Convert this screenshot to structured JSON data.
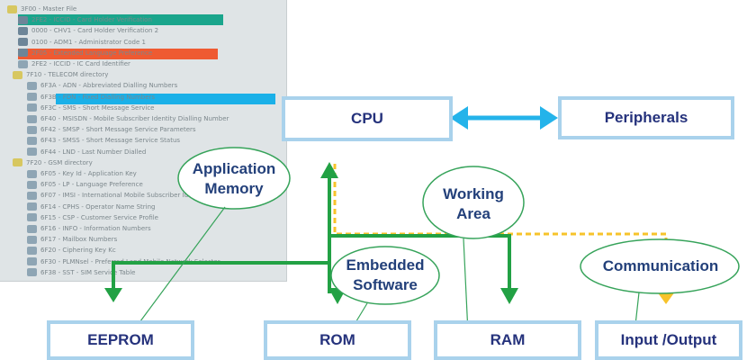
{
  "tree": {
    "rows": [
      {
        "text": "3F00 - Master File",
        "icon": "folder-icon",
        "indent": 8
      },
      {
        "text": "2FE2 - ICCID - Card Holder Verification",
        "icon": "card-icon",
        "indent": 20
      },
      {
        "text": "0000 - CHV1 - Card Holder Verification 2",
        "icon": "card-icon",
        "indent": 20
      },
      {
        "text": "0100 - ADM1 - Administrator Code 1",
        "icon": "card-icon",
        "indent": 20
      },
      {
        "text": "2F05 - Extended Language Preference",
        "icon": "card-icon",
        "indent": 20
      },
      {
        "text": "2FE2 - ICCID - IC Card Identifier",
        "icon": "file-icon",
        "indent": 20
      },
      {
        "text": "7F10 - TELECOM directory",
        "icon": "folder-icon",
        "indent": 14
      },
      {
        "text": "6F3A - ADN - Abbreviated Dialling Numbers",
        "icon": "file-icon",
        "indent": 30
      },
      {
        "text": "6F3B - FDN - Fixed Dialling Numbers",
        "icon": "file-icon",
        "indent": 30
      },
      {
        "text": "6F3C - SMS - Short Message Service",
        "icon": "file-icon",
        "indent": 30
      },
      {
        "text": "6F40 - MSISDN - Mobile Subscriber Identity Dialling Number",
        "icon": "file-icon",
        "indent": 30
      },
      {
        "text": "6F42 - SMSP - Short Message Service Parameters",
        "icon": "file-icon",
        "indent": 30
      },
      {
        "text": "6F43 - SMSS - Short Message Service Status",
        "icon": "file-icon",
        "indent": 30
      },
      {
        "text": "6F44 - LND - Last Number Dialled",
        "icon": "file-icon",
        "indent": 30
      },
      {
        "text": "7F20 - GSM directory",
        "icon": "folder-icon",
        "indent": 14
      },
      {
        "text": "6F05 - Key Id - Application Key",
        "icon": "file-icon",
        "indent": 30
      },
      {
        "text": "6F05 - LP - Language Preference",
        "icon": "file-icon",
        "indent": 30
      },
      {
        "text": "6F07 - IMSI - International Mobile Subscriber Identity",
        "icon": "file-icon",
        "indent": 30
      },
      {
        "text": "6F14 - CPHS - Operator Name String",
        "icon": "file-icon",
        "indent": 30
      },
      {
        "text": "6F15 - CSP - Customer Service Profile",
        "icon": "file-icon",
        "indent": 30
      },
      {
        "text": "6F16 - INFO - Information Numbers",
        "icon": "file-icon",
        "indent": 30
      },
      {
        "text": "6F17 - Mailbox Numbers",
        "icon": "file-icon",
        "indent": 30
      },
      {
        "text": "6F20 - Ciphering Key Kc",
        "icon": "file-icon",
        "indent": 30
      },
      {
        "text": "6F30 - PLMNsel - Preferred Land Mobile Network Selector",
        "icon": "file-icon",
        "indent": 30
      },
      {
        "text": "6F38 - SST - SIM Service Table",
        "icon": "file-icon",
        "indent": 30
      }
    ],
    "highlight_colors": [
      "#1aa58c",
      "#ef5a32",
      "#1ab0e8"
    ]
  },
  "boxes": {
    "cpu": "CPU",
    "peripherals": "Peripherals",
    "eeprom": "EEPROM",
    "rom": "ROM",
    "ram": "RAM",
    "io": "Input /Output"
  },
  "callouts": {
    "app_memory": "Application Memory",
    "working_area": "Working Area",
    "embedded_software": "Embedded Software",
    "communication": "Communication"
  },
  "colors": {
    "box_border": "#a9d2ec",
    "box_text": "#25327c",
    "bus_green": "#22a144",
    "data_orange": "#f7c32a",
    "link_blue": "#24b3ea",
    "callout_border": "#36a35a"
  }
}
